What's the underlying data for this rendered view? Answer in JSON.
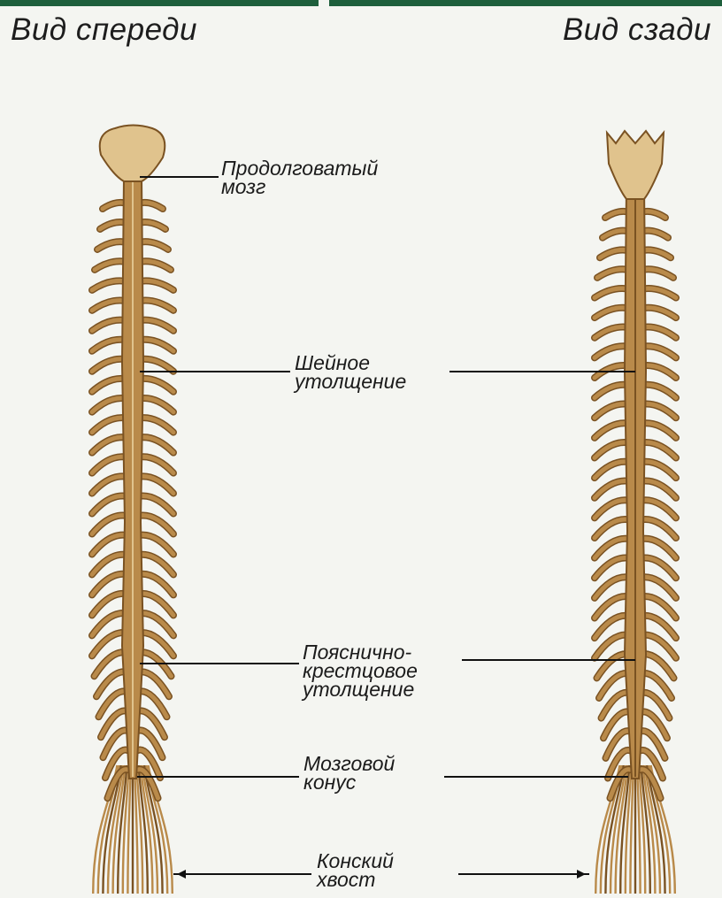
{
  "colors": {
    "background": "#f4f5f1",
    "top_bar": "#1e5f3c",
    "bone": "#b98a4a",
    "bone_dark": "#7a5222",
    "bone_light": "#e0c38d",
    "text": "#1b1b1b"
  },
  "titles": {
    "front": "Вид спереди",
    "back": "Вид сзади"
  },
  "labels": {
    "medulla": [
      "Продолговатый",
      "мозг"
    ],
    "cervical": [
      "Шейное",
      "утолщение"
    ],
    "lumbosacral": [
      "Пояснично-",
      "крестцовое",
      "утолщение"
    ],
    "conus": [
      "Мозговой",
      "конус"
    ],
    "cauda": [
      "Конский",
      "хвост"
    ]
  }
}
